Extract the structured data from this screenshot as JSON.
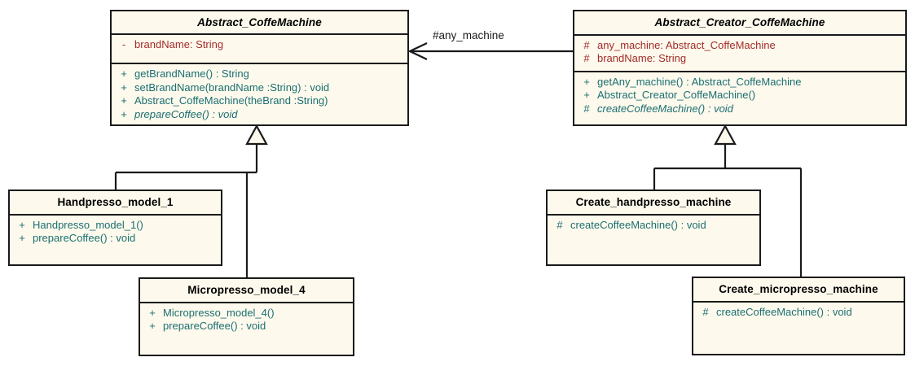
{
  "diagram": {
    "title": "Abstract Factory / Factory Method coffee machine UML class diagram",
    "background_color": "#ffffff",
    "class_fill_color": "#fdf9ec",
    "class_border_color": "#1a1a1a",
    "attribute_text_color": "#a32b2b",
    "operation_text_color": "#1b6f72",
    "title_text_color": "#000000"
  },
  "classes": {
    "abstract_coffemachine": {
      "name": "Abstract_CoffeMachine",
      "abstract": true,
      "attributes": [
        {
          "visibility": "-",
          "text": "brandName:  String"
        }
      ],
      "operations": [
        {
          "visibility": "+",
          "text": "getBrandName() : String",
          "abstract": false
        },
        {
          "visibility": "+",
          "text": "setBrandName(brandName :String) : void",
          "abstract": false
        },
        {
          "visibility": "+",
          "text": "Abstract_CoffeMachine(theBrand :String)",
          "abstract": false
        },
        {
          "visibility": "+",
          "text": "prepareCoffee() : void",
          "abstract": true
        }
      ]
    },
    "abstract_creator_coffemachine": {
      "name": "Abstract_Creator_CoffeMachine",
      "abstract": true,
      "attributes": [
        {
          "visibility": "#",
          "text": "any_machine:  Abstract_CoffeMachine"
        },
        {
          "visibility": "#",
          "text": "brandName:  String"
        }
      ],
      "operations": [
        {
          "visibility": "+",
          "text": "getAny_machine() : Abstract_CoffeMachine",
          "abstract": false
        },
        {
          "visibility": "+",
          "text": "Abstract_Creator_CoffeMachine()",
          "abstract": false
        },
        {
          "visibility": "#",
          "text": "createCoffeeMachine() : void",
          "abstract": true
        }
      ]
    },
    "handpresso_model_1": {
      "name": "Handpresso_model_1",
      "abstract": false,
      "attributes": [],
      "operations": [
        {
          "visibility": "+",
          "text": "Handpresso_model_1()",
          "abstract": false
        },
        {
          "visibility": "+",
          "text": "prepareCoffee() : void",
          "abstract": false
        }
      ]
    },
    "micropresso_model_4": {
      "name": "Micropresso_model_4",
      "abstract": false,
      "attributes": [],
      "operations": [
        {
          "visibility": "+",
          "text": "Micropresso_model_4()",
          "abstract": false
        },
        {
          "visibility": "+",
          "text": "prepareCoffee() : void",
          "abstract": false
        }
      ]
    },
    "create_handpresso_machine": {
      "name": "Create_handpresso_machine",
      "abstract": false,
      "attributes": [],
      "operations": [
        {
          "visibility": "#",
          "text": "createCoffeeMachine() : void",
          "abstract": false
        }
      ]
    },
    "create_micropresso_machine": {
      "name": "Create_micropresso_machine",
      "abstract": false,
      "attributes": [],
      "operations": [
        {
          "visibility": "#",
          "text": "createCoffeeMachine() : void",
          "abstract": false
        }
      ]
    }
  },
  "relationships": {
    "association_any_machine": {
      "label": "#any_machine",
      "from": "Abstract_Creator_CoffeMachine",
      "to": "Abstract_CoffeMachine",
      "type": "association-directed"
    },
    "generalizations": [
      {
        "child": "Handpresso_model_1",
        "parent": "Abstract_CoffeMachine",
        "type": "generalization"
      },
      {
        "child": "Micropresso_model_4",
        "parent": "Abstract_CoffeMachine",
        "type": "generalization"
      },
      {
        "child": "Create_handpresso_machine",
        "parent": "Abstract_Creator_CoffeMachine",
        "type": "generalization"
      },
      {
        "child": "Create_micropresso_machine",
        "parent": "Abstract_Creator_CoffeMachine",
        "type": "generalization"
      }
    ]
  }
}
